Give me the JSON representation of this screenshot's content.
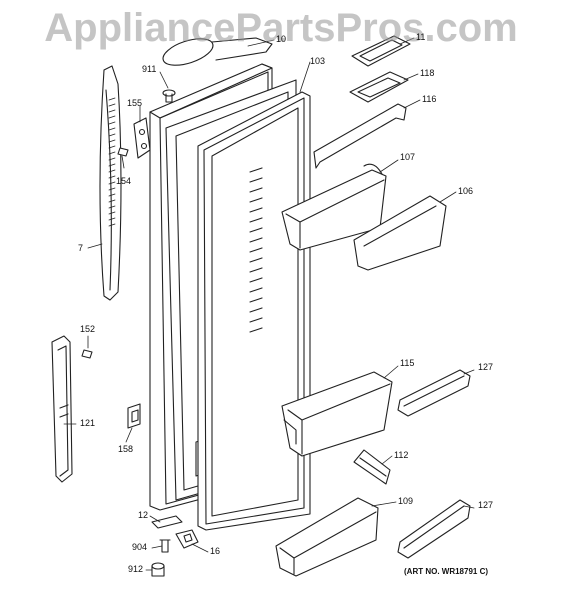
{
  "watermark": "AppliancePartsPros.com",
  "art_number": "(ART NO. WR18791 C)",
  "part_labels": {
    "p10": "10",
    "p11": "11",
    "p911": "911",
    "p103": "103",
    "p118": "118",
    "p116": "116",
    "p155": "155",
    "p154": "154",
    "p107": "107",
    "p106": "106",
    "p7": "7",
    "p152": "152",
    "p115": "115",
    "p127a": "127",
    "p121": "121",
    "p158": "158",
    "p112": "112",
    "p109": "109",
    "p127b": "127",
    "p12": "12",
    "p904": "904",
    "p16": "16",
    "p912": "912"
  }
}
